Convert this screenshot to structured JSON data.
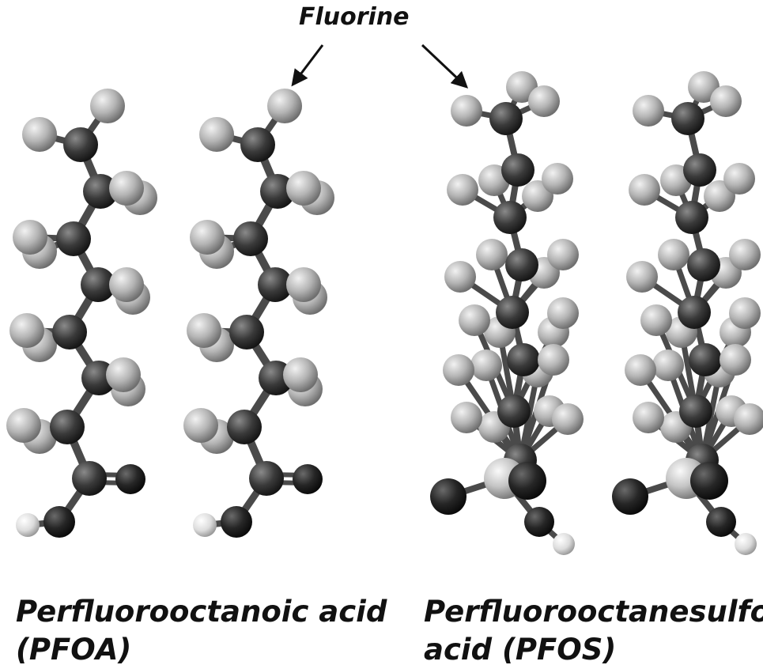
{
  "labels": {
    "fluorine": "Fluorine",
    "pfoa_line1": "Perfluorooctanoic acid",
    "pfoa_line2": "(PFOA)",
    "pfos_line1": "Perfluorooctanesulfonic",
    "pfos_line2": "acid (PFOS)"
  },
  "colors": {
    "carbon": "#3a3a3a",
    "fluorine": "#b8b8b8",
    "oxygen": "#1f1f1f",
    "hydrogen": "#e6e6e6",
    "sulfur": "#c9c9c9",
    "bond": "#4a4a4a",
    "arrow": "#111111",
    "text": "#111111"
  },
  "molecules": [
    {
      "name": "PFOA",
      "type": "zigzag"
    },
    {
      "name": "PFOA",
      "type": "zigzag"
    },
    {
      "name": "PFOS",
      "type": "helix"
    },
    {
      "name": "PFOS",
      "type": "helix"
    }
  ]
}
